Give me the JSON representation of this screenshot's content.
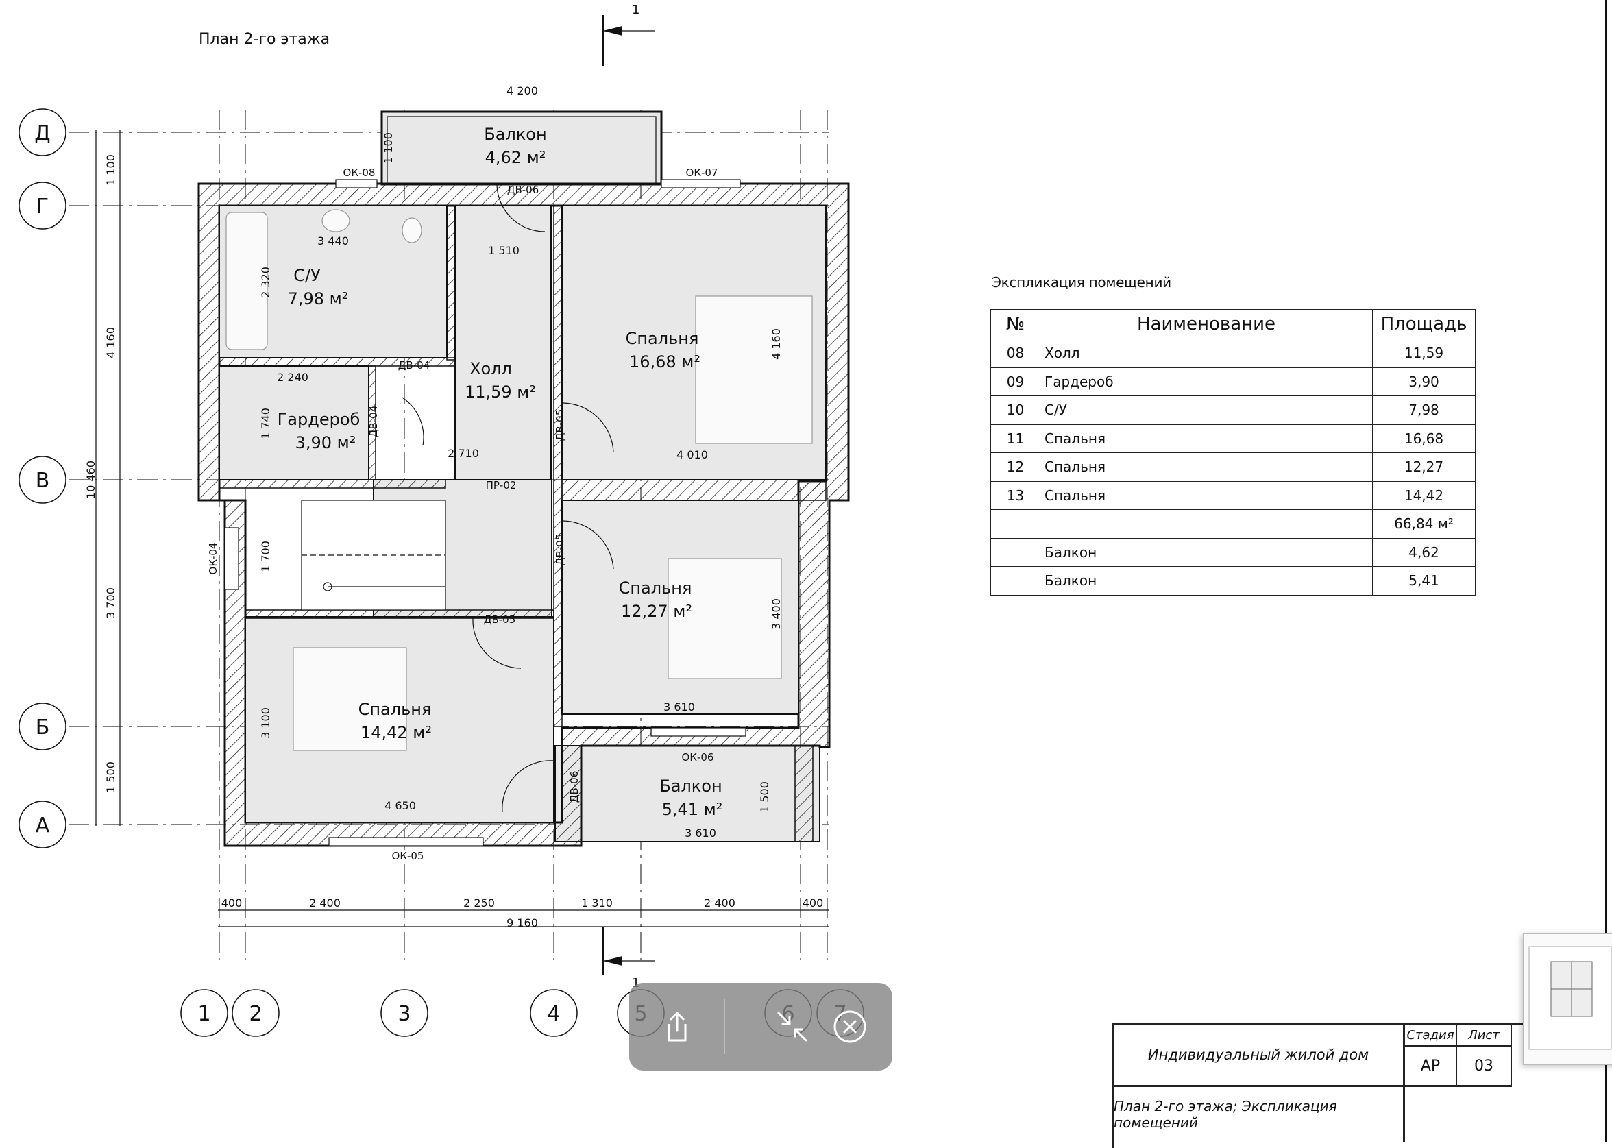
{
  "drawing_title": "План 2-го этажа",
  "section_mark": "1",
  "section_mark_bottom": "1",
  "axes": {
    "letters": [
      "Д",
      "Г",
      "В",
      "Б",
      "А"
    ],
    "numbers": [
      "1",
      "2",
      "3",
      "4",
      "5",
      "6",
      "7"
    ]
  },
  "dims": {
    "balcony_top_width": "4 200",
    "left_d_g": "1 100",
    "left_g_v": "4 160",
    "left_total": "10 460",
    "left_v_b": "3 700",
    "left_b_a": "1 500",
    "balc_top_depth": "1 100",
    "wc_width": "3 440",
    "wc_height": "2 320",
    "hall_width": "1 510",
    "wardrobe_width": "2 240",
    "wardrobe_height": "1 740",
    "hall_bottom": "2 710",
    "bed1_width": "4 010",
    "bed1_height": "4 160",
    "stair_height": "1 700",
    "bed2_height": "3 400",
    "bed2_width": "3 610",
    "bed3_height": "3 100",
    "bed3_width": "4 650",
    "balc_bottom_height": "1 500",
    "balc_bottom_width": "3 610",
    "bottom_chain": [
      "400",
      "2 400",
      "2 250",
      "1 310",
      "2 400",
      "400"
    ],
    "bottom_total": "9 160"
  },
  "openings": {
    "ok08": "ОК-08",
    "ok07": "ОК-07",
    "dv06_top": "ДВ-06",
    "dv04_a": "ДВ-04",
    "dv04_b": "ДВ-04",
    "dv05_a": "ДВ-05",
    "pr02": "ПР-02",
    "dv05_b": "ДВ-05",
    "ok04": "ОК-04",
    "dv05_c": "ДВ-05",
    "ok06": "ОК-06",
    "dv06_bottom": "ДВ-06",
    "ok05": "ОК-05"
  },
  "rooms": {
    "balcony_top": {
      "name": "Балкон",
      "area": "4,62 м²"
    },
    "wc": {
      "name": "С/У",
      "area": "7,98 м²"
    },
    "hall": {
      "name": "Холл",
      "area": "11,59 м²"
    },
    "wardrobe": {
      "name": "Гардероб",
      "area": "3,90 м²"
    },
    "bedroom_1": {
      "name": "Спальня",
      "area": "16,68 м²"
    },
    "bedroom_2": {
      "name": "Спальня",
      "area": "12,27 м²"
    },
    "bedroom_3": {
      "name": "Спальня",
      "area": "14,42 м²"
    },
    "balcony_bottom": {
      "name": "Балкон",
      "area": "5,41 м²"
    }
  },
  "explication": {
    "title": "Экспликация помещений",
    "headers": {
      "num": "№",
      "name": "Наименование",
      "area": "Площадь"
    },
    "rows": [
      {
        "num": "08",
        "name": "Холл",
        "area": "11,59"
      },
      {
        "num": "09",
        "name": "Гардероб",
        "area": "3,90"
      },
      {
        "num": "10",
        "name": "С/У",
        "area": "7,98"
      },
      {
        "num": "11",
        "name": "Спальня",
        "area": "16,68"
      },
      {
        "num": "12",
        "name": "Спальня",
        "area": "12,27"
      },
      {
        "num": "13",
        "name": "Спальня",
        "area": "14,42"
      },
      {
        "num": "",
        "name": "",
        "area": "66,84 м²"
      },
      {
        "num": "",
        "name": "Балкон",
        "area": "4,62"
      },
      {
        "num": "",
        "name": "Балкон",
        "area": "5,41"
      }
    ]
  },
  "title_block": {
    "project": "Индивидуальный жилой дом",
    "sheet_name": "План 2-го этажа; Экспликация помещений",
    "stage_label": "Стадия",
    "stage_value": "АР",
    "sheet_label": "Лист",
    "sheet_value": "03"
  },
  "toolbar": {
    "icons": [
      "share-icon",
      "collapse-icon",
      "close-icon"
    ],
    "bg_color": "#808080"
  },
  "colors": {
    "room_fill": "#e8e8e8",
    "lines": "#111111"
  }
}
